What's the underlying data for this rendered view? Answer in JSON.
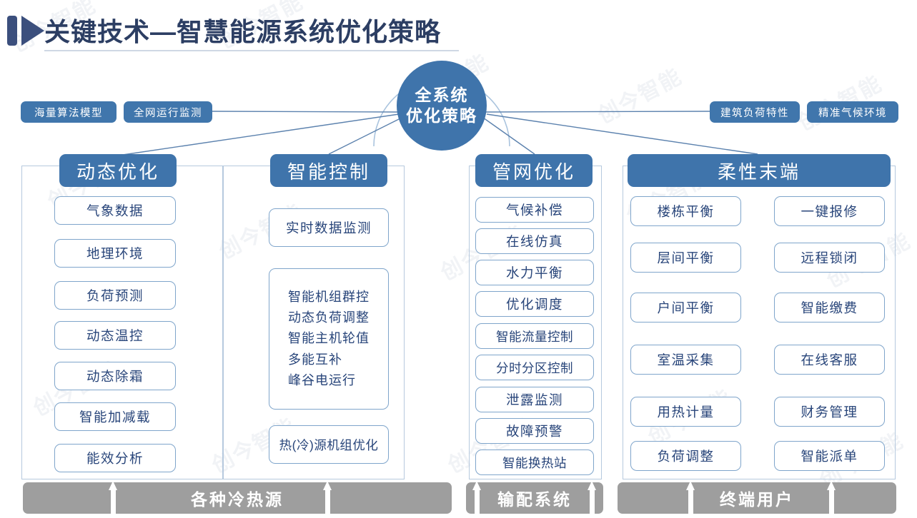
{
  "title": {
    "text": "关键技术—智慧能源系统优化策略",
    "icon": "play-bar-triangle-icon"
  },
  "hub": {
    "line1": "全系统",
    "line2": "优化策略"
  },
  "tags": {
    "left": [
      "海量算法模型",
      "全网运行监测"
    ],
    "right": [
      "建筑负荷特性",
      "精准气候环境"
    ]
  },
  "columns": [
    {
      "header": "动态优化",
      "items": [
        "气象数据",
        "地理环境",
        "负荷预测",
        "动态温控",
        "动态除霜",
        "智能加减载",
        "能效分析"
      ]
    },
    {
      "header": "智能控制",
      "items": [
        "实时数据监测"
      ],
      "multi_item": [
        "智能机组群控",
        "动态负荷调整",
        "智能主机轮值",
        "多能互补",
        "峰谷电运行"
      ],
      "tail_item": "热(冷)源机组优化"
    },
    {
      "header": "管网优化",
      "items": [
        "气候补偿",
        "在线仿真",
        "水力平衡",
        "优化调度",
        "智能流量控制",
        "分时分区控制",
        "泄露监测",
        "故障预警",
        "智能换热站"
      ]
    },
    {
      "header": "柔性末端",
      "left_items": [
        "楼栋平衡",
        "层间平衡",
        "户间平衡",
        "室温采集",
        "用热计量",
        "负荷调整"
      ],
      "right_items": [
        "一键报修",
        "远程锁闭",
        "智能缴费",
        "在线客服",
        "财务管理",
        "智能派单"
      ]
    }
  ],
  "bases": [
    {
      "label": "各种冷热源"
    },
    {
      "label": "输配系统"
    },
    {
      "label": "终端用户"
    }
  ],
  "watermark": "创今智能",
  "colors": {
    "brand_blue": "#3f74ab",
    "title_navy": "#2c3e63",
    "chip_border": "#7fa5cb",
    "chip_text": "#28457a",
    "panel_border": "#b6c9de",
    "base_gray": "#9e9e9e"
  }
}
